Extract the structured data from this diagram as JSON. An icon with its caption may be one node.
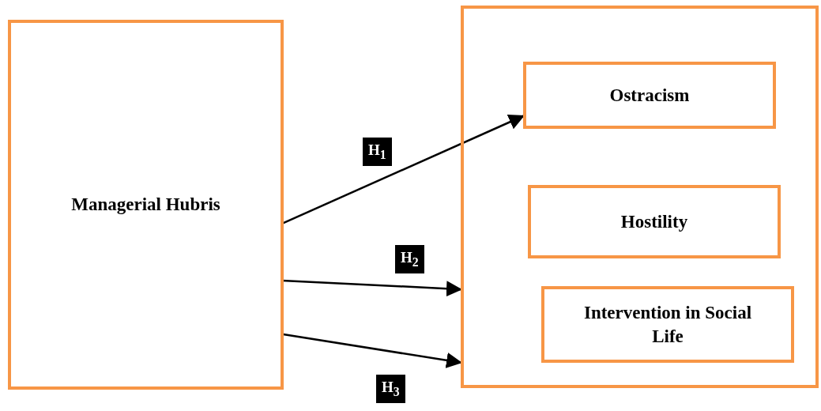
{
  "diagram": {
    "nodes": [
      {
        "text": [
          "Managerial Hubris"
        ]
      },
      {
        "text": [],
        "shape": "box"
      },
      {
        "text": [
          "Ostracism"
        ],
        "in": 1
      },
      {
        "text": [
          "Hostility"
        ],
        "in": 1
      },
      {
        "text": [
          "Intervention in Social Life"
        ],
        "in": 1
      }
    ],
    "edges": [
      {
        "from": 0,
        "to": 2,
        "arrow": "to",
        "label": "H$_{1}$"
      },
      {
        "from": 0,
        "to": 1,
        "arrow": "to",
        "label": "H$_{2}$"
      },
      {
        "from": 0,
        "to": 1,
        "arrow": "to",
        "label": "H$_{3}$"
      }
    ]
  }
}
